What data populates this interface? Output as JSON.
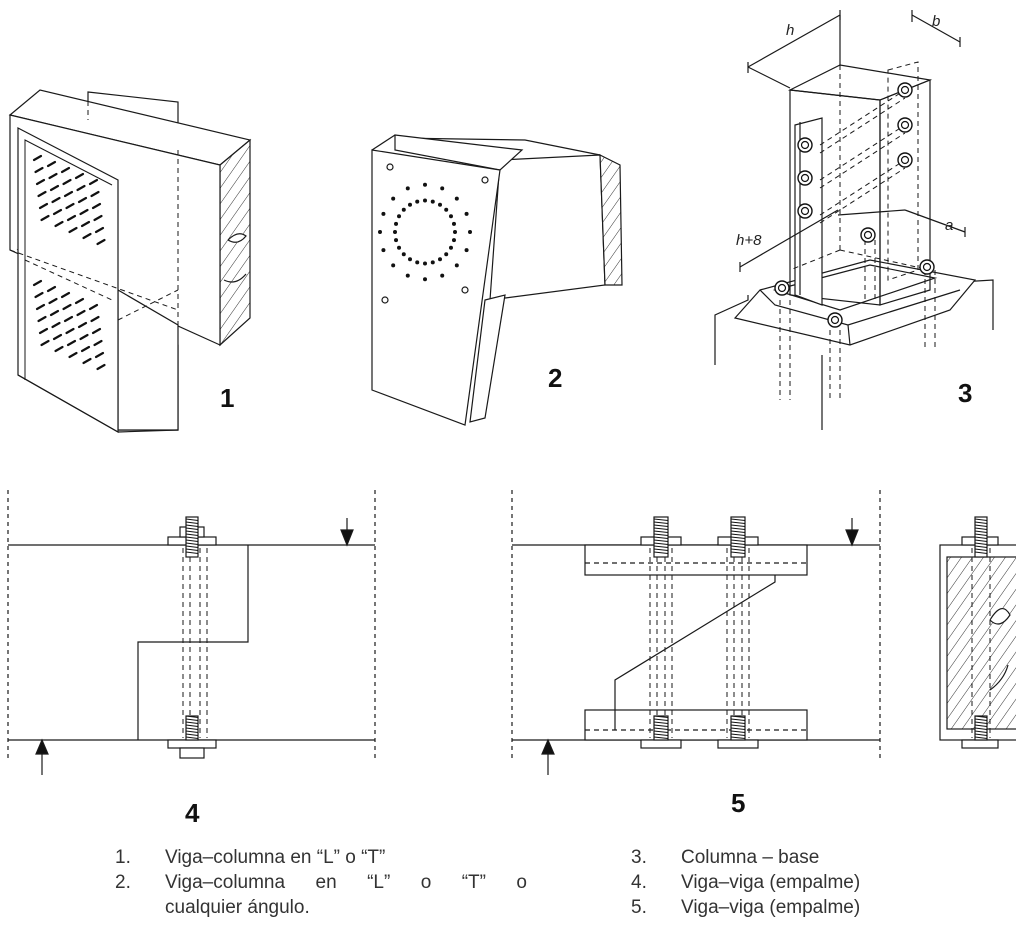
{
  "figures": {
    "fig1": {
      "number": "1"
    },
    "fig2": {
      "number": "2"
    },
    "fig3": {
      "number": "3",
      "labels": {
        "h": "h",
        "b": "b",
        "a": "a",
        "h8": "h+8"
      }
    },
    "fig4": {
      "number": "4"
    },
    "fig5": {
      "number": "5"
    }
  },
  "legend": {
    "left": [
      {
        "num": "1.",
        "text": "Viga–columna en “L” o “T”"
      },
      {
        "num": "2.",
        "text": "Viga–columna en “L” o “T” o",
        "cont": "cualquier ángulo."
      }
    ],
    "right": [
      {
        "num": "3.",
        "text": "Columna – base"
      },
      {
        "num": "4.",
        "text": "Viga–viga (empalme)"
      },
      {
        "num": "5.",
        "text": "Viga–viga (empalme)"
      }
    ]
  },
  "colors": {
    "line": "#1a1a1a",
    "text": "#333333"
  }
}
